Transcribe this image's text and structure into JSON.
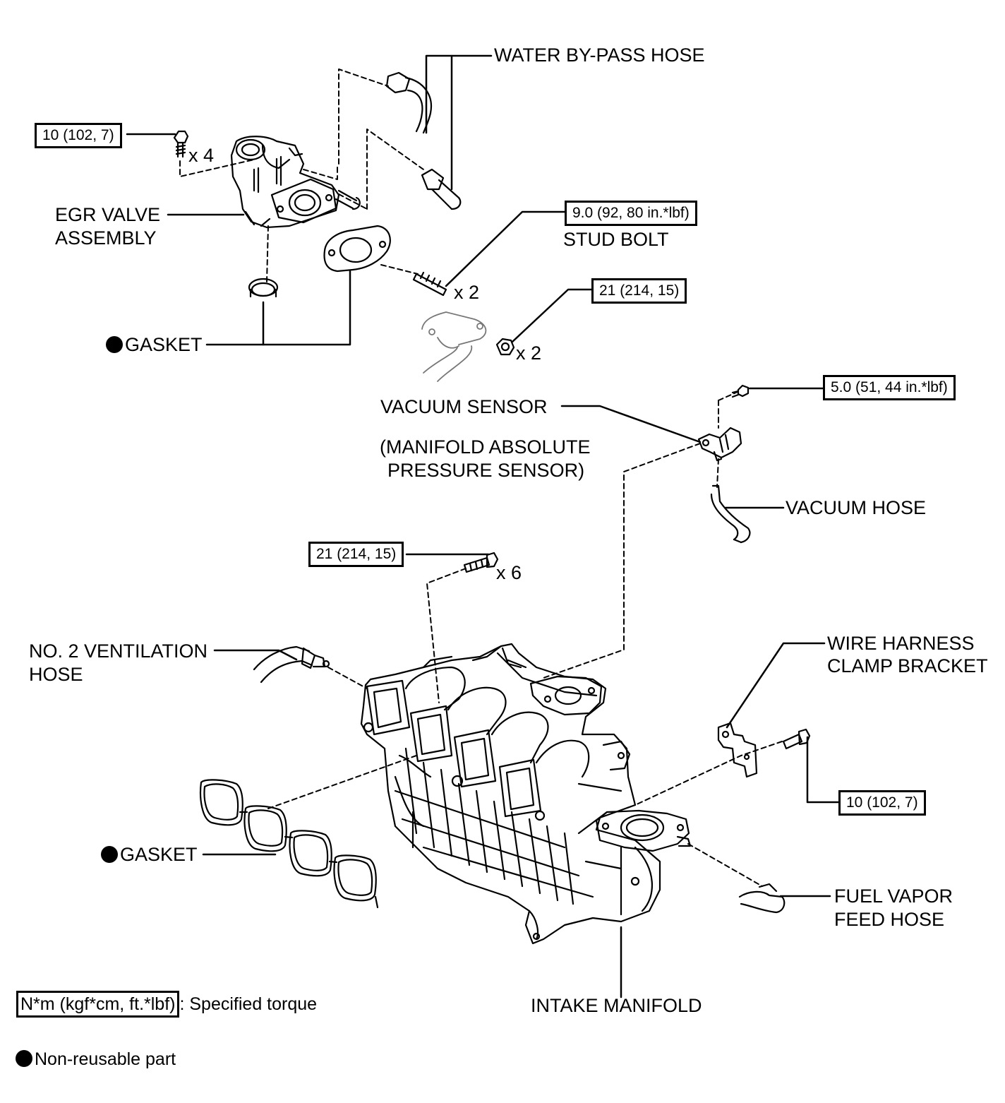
{
  "labels": {
    "water_bypass_hose": "WATER BY-PASS HOSE",
    "egr_valve_l1": "EGR VALVE",
    "egr_valve_l2": "ASSEMBLY",
    "stud_bolt": "STUD BOLT",
    "gasket_top": "GASKET",
    "vacuum_sensor": "VACUUM SENSOR",
    "map_sensor_l1": "(MANIFOLD ABSOLUTE",
    "map_sensor_l2": "PRESSURE SENSOR)",
    "vacuum_hose": "VACUUM HOSE",
    "ventilation_hose_l1": "NO. 2 VENTILATION",
    "ventilation_hose_l2": "HOSE",
    "wire_harness_l1": "WIRE HARNESS",
    "wire_harness_l2": "CLAMP BRACKET",
    "gasket_bottom": "GASKET",
    "fuel_vapor_l1": "FUEL VAPOR",
    "fuel_vapor_l2": "FEED HOSE",
    "intake_manifold": "INTAKE MANIFOLD"
  },
  "torques": {
    "egr_bolt": "10 (102, 7)",
    "stud_bolt": "9.0 (92, 80 in.*lbf)",
    "egr_nut": "21 (214, 15)",
    "sensor_bolt": "5.0 (51, 44 in.*lbf)",
    "manifold_bolt": "21 (214, 15)",
    "bracket_bolt": "10 (102, 7)"
  },
  "quantities": {
    "egr_bolt": "x 4",
    "stud_bolt": "x 2",
    "egr_nut": "x 2",
    "manifold_bolt": "x 6"
  },
  "legend": {
    "torque_box": "N*m (kgf*cm, ft.*lbf)",
    "torque_desc": ": Specified torque",
    "nonreusable": "Non-reusable part"
  }
}
